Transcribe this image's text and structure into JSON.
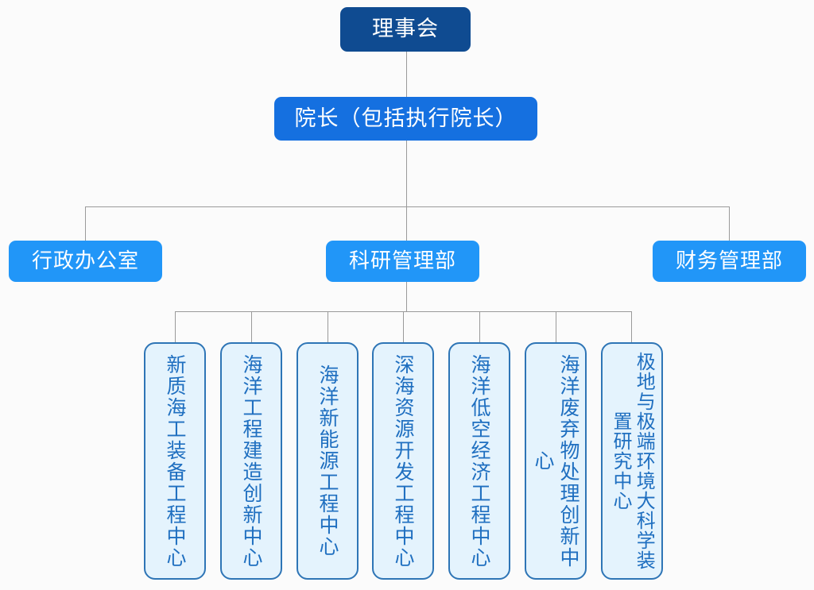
{
  "diagram": {
    "title": "研究院组织架构图",
    "type": "organization-chart",
    "background_color": "#fbfbfb",
    "connector_color": "#9a9a9a"
  },
  "colors": {
    "level1_fill": "#0f4b91",
    "level2_fill": "#1570e0",
    "level3_fill": "#2196f8",
    "level4_fill": "#e4f3fd",
    "level4_border": "#2e75b6",
    "level4_text": "#1f6fc0",
    "light_text": "#ffffff"
  },
  "level1": {
    "board": "理事会"
  },
  "level2": {
    "president": "院长（包括执行院长）"
  },
  "level3": {
    "departments": [
      {
        "label": "行政办公室"
      },
      {
        "label": "科研管理部"
      },
      {
        "label": "财务管理部"
      }
    ]
  },
  "level4": {
    "centers": [
      {
        "label": "新质海工装备工程中心"
      },
      {
        "label": "海洋工程建造创新中心"
      },
      {
        "label": "海洋新能源工程中心"
      },
      {
        "label": "深海资源开发工程中心"
      },
      {
        "label": "海洋低空经济工程中心"
      },
      {
        "label": "海洋废弃物处理创新中心"
      },
      {
        "label": "极地与极端环境大科学装置研究中心"
      }
    ]
  }
}
